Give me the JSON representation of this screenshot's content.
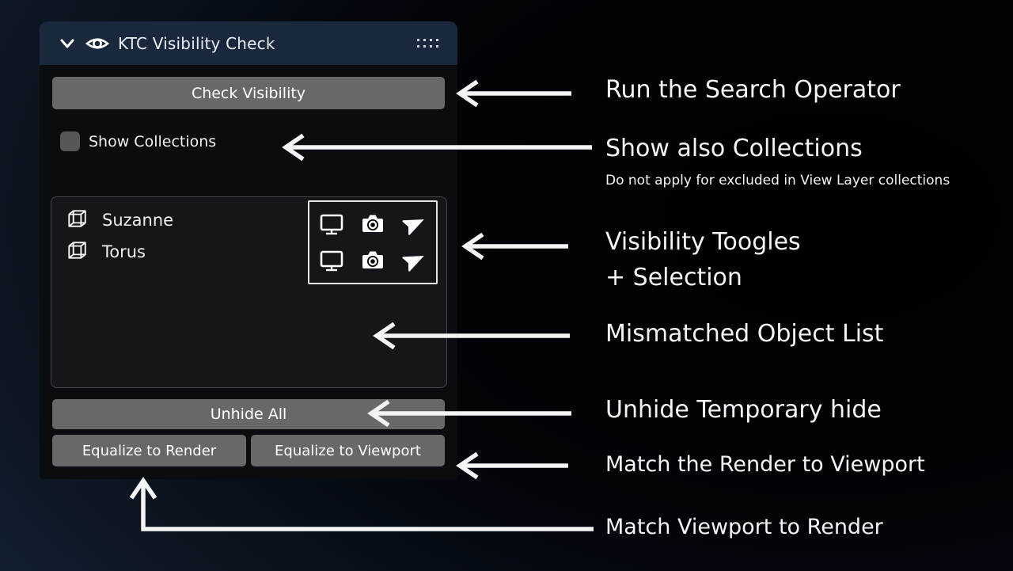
{
  "panel": {
    "title": "KTC Visibility Check",
    "buttons": {
      "check_visibility": "Check Visibility",
      "unhide_all": "Unhide All",
      "equalize_render": "Equalize to Render",
      "equalize_viewport": "Equalize to Viewport"
    },
    "show_collections": {
      "label": "Show Collections",
      "checked": false
    },
    "objects": [
      {
        "name": "Suzanne",
        "icon": "mesh-cube-icon",
        "toggles": [
          "viewport-visibility-icon",
          "render-visibility-icon",
          "select-cursor-icon"
        ]
      },
      {
        "name": "Torus",
        "icon": "mesh-cube-icon",
        "toggles": [
          "viewport-visibility-icon",
          "render-visibility-icon",
          "select-cursor-icon"
        ]
      }
    ],
    "header_icons": [
      "chevron-down-icon",
      "eye-icon",
      "grip-dots-icon"
    ]
  },
  "annotations": {
    "run_operator": "Run the Search Operator",
    "show_collections": "Show also Collections",
    "show_collections_note": "Do not apply for excluded in View Layer collections",
    "toggles_line1": "Visibility Toogles",
    "toggles_line2": "+ Selection",
    "object_list": "Mismatched Object List",
    "unhide": "Unhide Temporary hide",
    "match_render": "Match the Render to Viewport",
    "match_viewport": "Match Viewport to Render"
  },
  "colors": {
    "background_navy": "#1b2c40",
    "panel_header": "#1a283e",
    "panel_body": "#0a0c10",
    "list_background": "#15161a",
    "button_gray": "#686868",
    "arrow_white": "#f4f4f4"
  }
}
